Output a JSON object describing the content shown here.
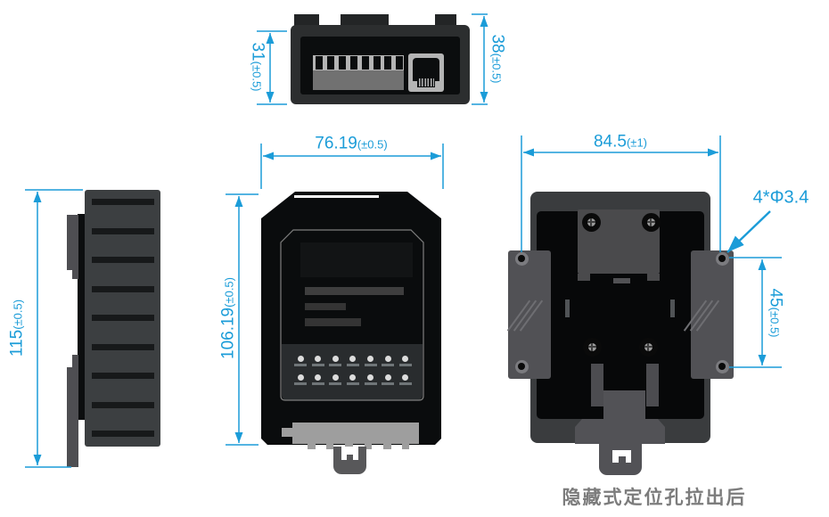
{
  "drawing": {
    "title_note": "隐藏式定位孔拉出后",
    "colors": {
      "dimension_blue": "#1b9cd8",
      "note_gray": "#7c7c7c",
      "body_black": "#0a0c0d",
      "body_gray": "#3b3d3f",
      "plate_gray": "#515155"
    },
    "dims": {
      "top_body_height": {
        "value": "31",
        "tol": "(±0.5)"
      },
      "top_full_height": {
        "value": "38",
        "tol": "(±0.5)"
      },
      "side_height": {
        "value": "115",
        "tol": "(±0.5)"
      },
      "front_width": {
        "value": "76.19",
        "tol": "(±0.5)"
      },
      "front_height": {
        "value": "106.19",
        "tol": "(±0.5)"
      },
      "back_hole_width": {
        "value": "84.5",
        "tol": "(±1)"
      },
      "back_hole_height": {
        "value": "45",
        "tol": "(±0.5)"
      },
      "hole_callout": "4*Φ3.4"
    }
  }
}
